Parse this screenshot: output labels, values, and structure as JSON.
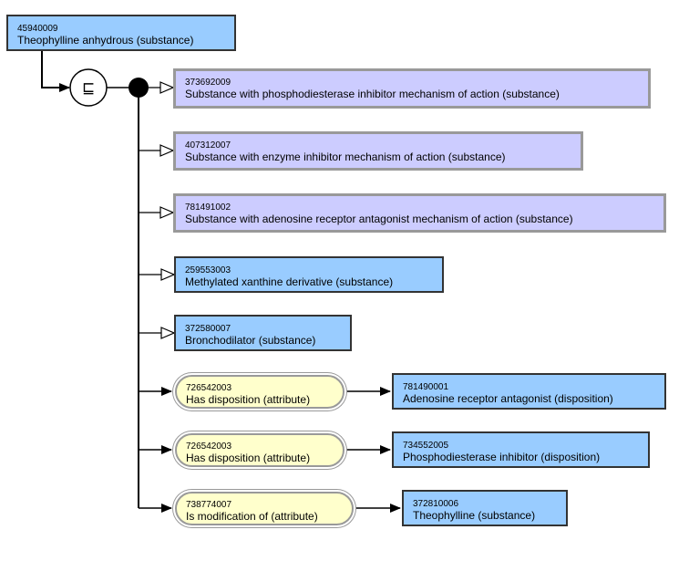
{
  "focus_concept": {
    "sctid": "45940009",
    "term": "Theophylline anhydrous (substance)"
  },
  "operator_symbol": "⊑",
  "parents": [
    {
      "sctid": "373692009",
      "term": "Substance with phosphodiesterase inhibitor mechanism of action (substance)",
      "definition_status": "defined"
    },
    {
      "sctid": "407312007",
      "term": "Substance with enzyme inhibitor mechanism of action (substance)",
      "definition_status": "defined"
    },
    {
      "sctid": "781491002",
      "term": "Substance with adenosine receptor antagonist mechanism of action (substance)",
      "definition_status": "defined"
    },
    {
      "sctid": "259553003",
      "term": "Methylated xanthine derivative (substance)",
      "definition_status": "primitive"
    },
    {
      "sctid": "372580007",
      "term": "Bronchodilator (substance)",
      "definition_status": "primitive"
    }
  ],
  "attributes": [
    {
      "attribute": {
        "sctid": "726542003",
        "term": "Has disposition (attribute)"
      },
      "value": {
        "sctid": "781490001",
        "term": "Adenosine receptor antagonist (disposition)"
      }
    },
    {
      "attribute": {
        "sctid": "726542003",
        "term": "Has disposition (attribute)"
      },
      "value": {
        "sctid": "734552005",
        "term": "Phosphodiesterase inhibitor (disposition)"
      }
    },
    {
      "attribute": {
        "sctid": "738774007",
        "term": "Is modification of (attribute)"
      },
      "value": {
        "sctid": "372810006",
        "term": "Theophylline (substance)"
      }
    }
  ],
  "colors": {
    "primitive_fill": "#99ccff",
    "defined_fill": "#ccccff",
    "attribute_fill": "#ffffcc"
  }
}
